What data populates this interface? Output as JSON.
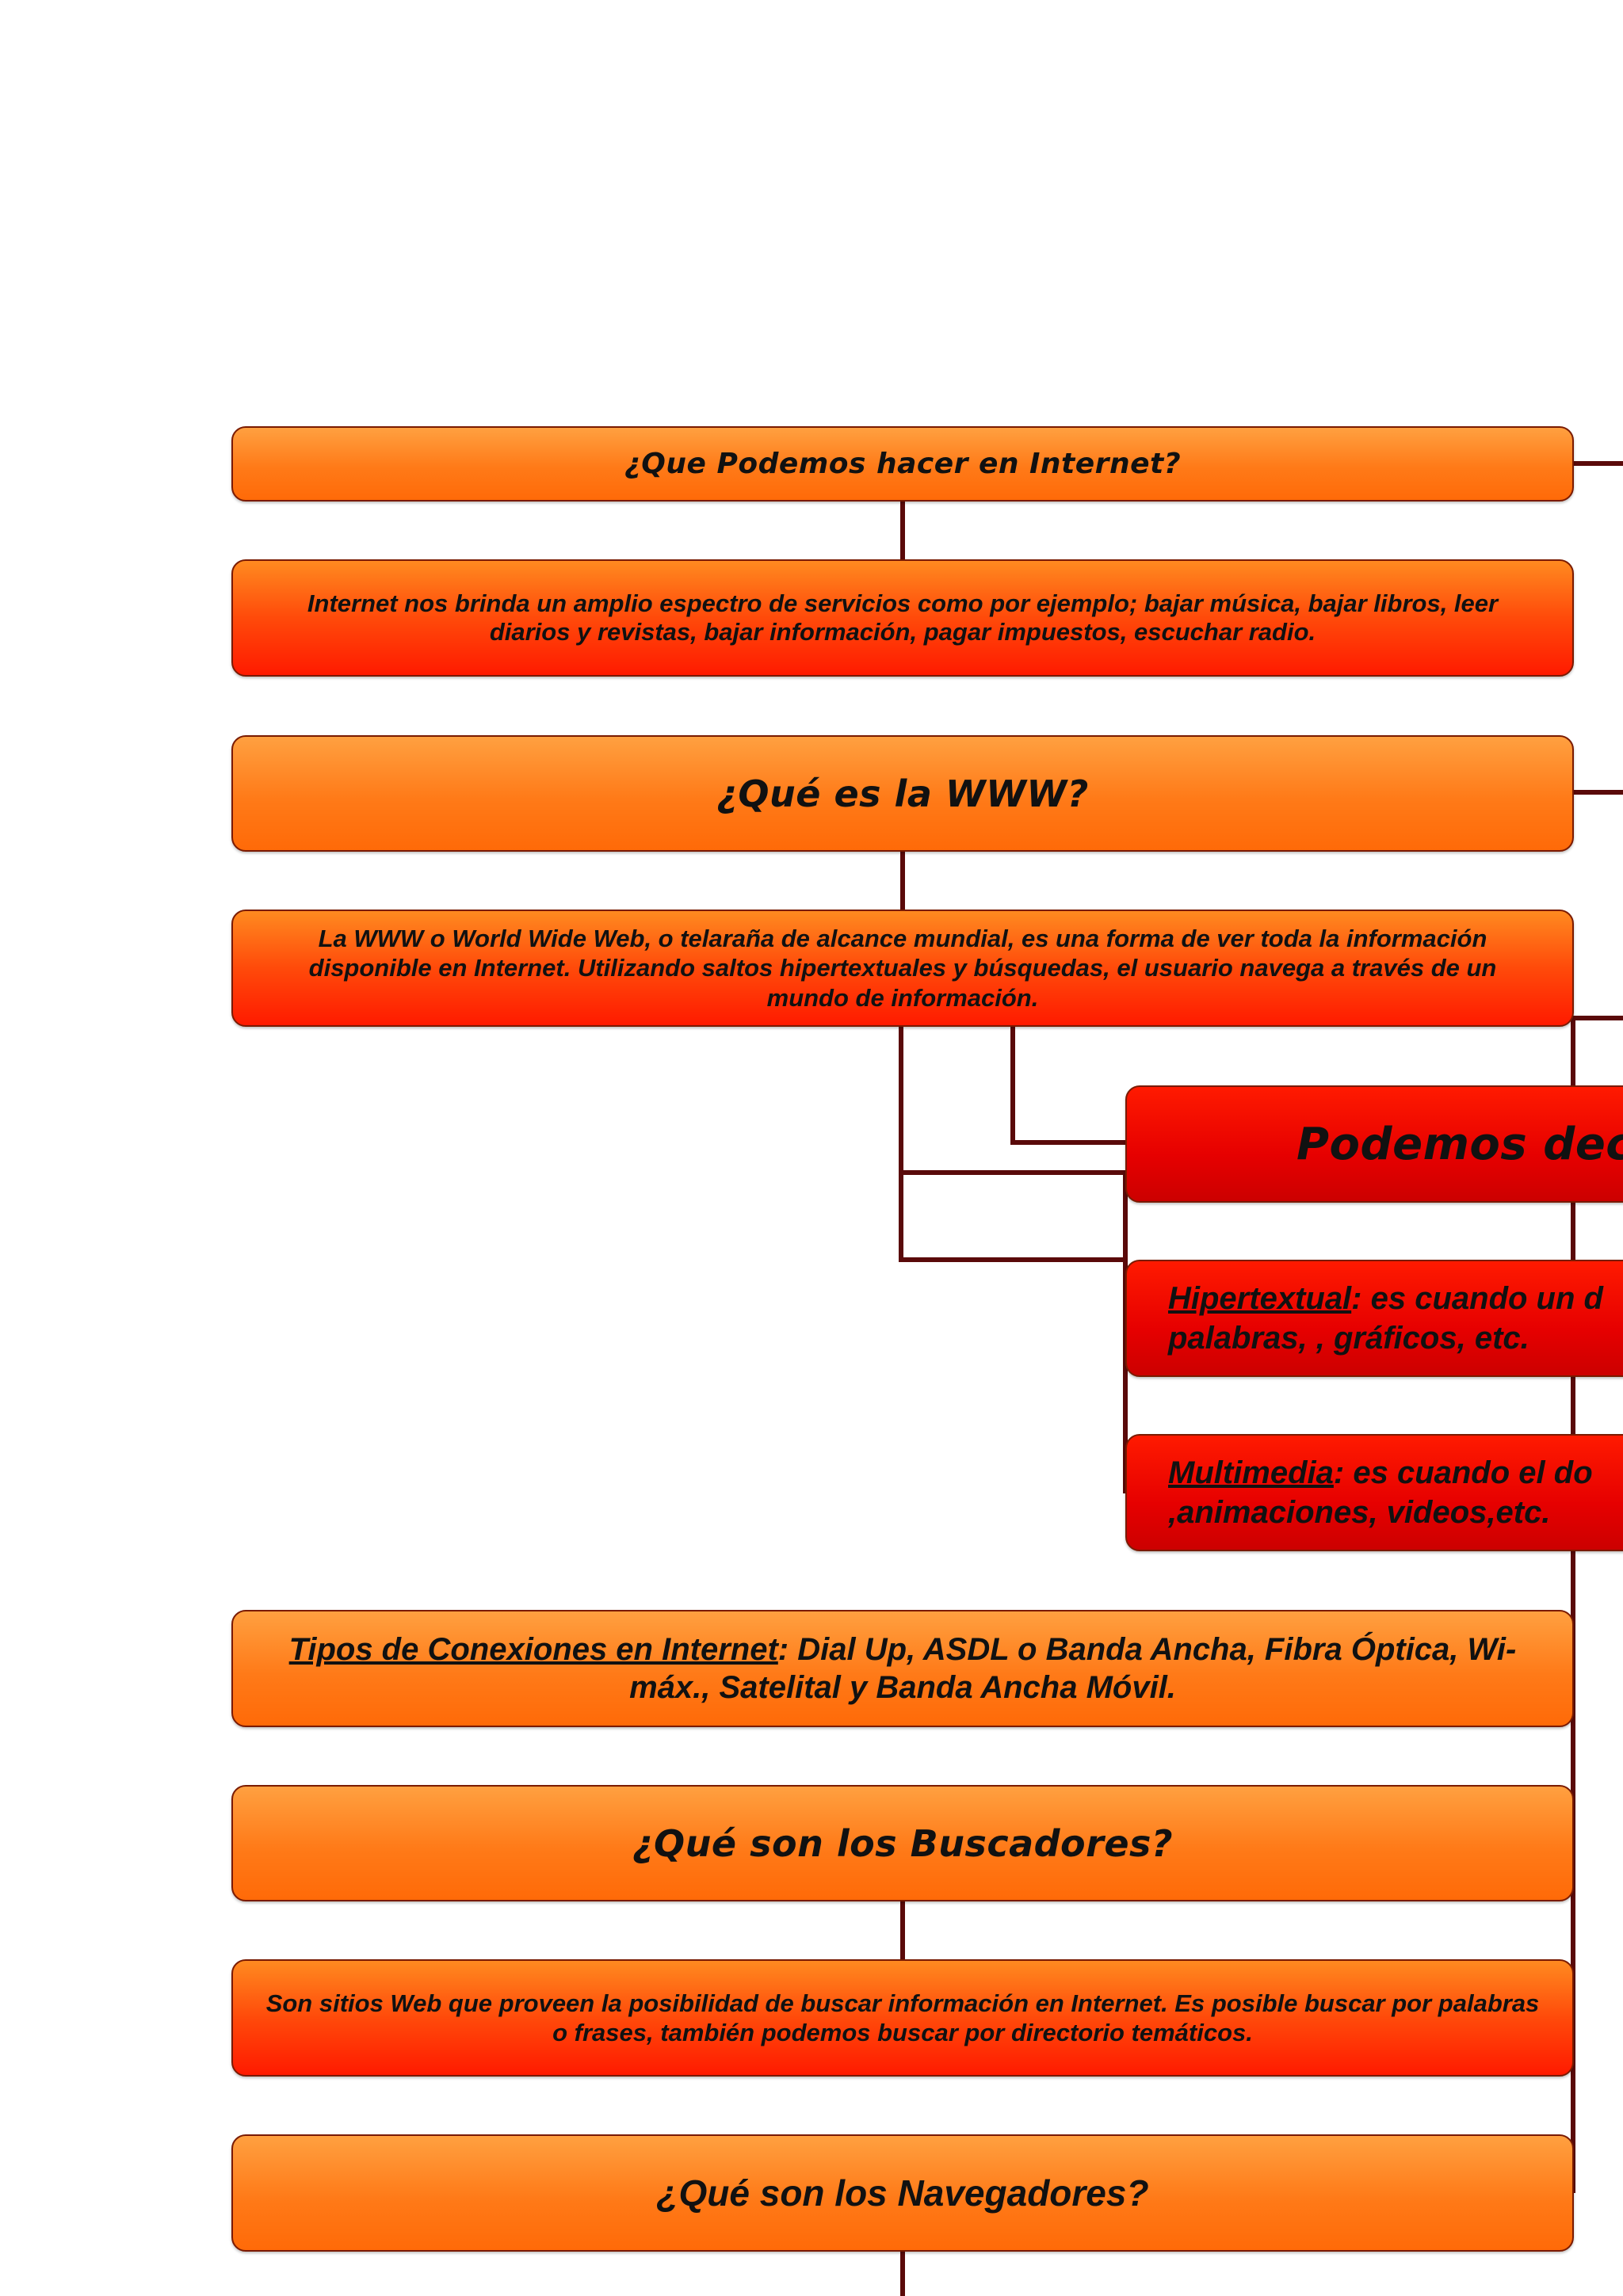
{
  "diagram": {
    "q_internet": "¿Que Podemos hacer en Internet?",
    "a_internet": "Internet nos brinda un amplio espectro de servicios como por ejemplo; bajar música, bajar libros, leer diarios y revistas, bajar información, pagar impuestos, escuchar radio.",
    "q_www": "¿Qué es la WWW?",
    "a_www": "La WWW o World Wide Web, o telaraña de alcance mundial, es una forma de ver toda la información disponible en Internet. Utilizando  saltos hipertextuales y búsquedas, el usuario navega a través de un mundo de información.",
    "podemos_decir": "Podemos decir q",
    "hipertextual_term": "Hipertextual",
    "hipertextual_line1": ": es cuando un d",
    "hipertextual_line2": "palabras, , gráficos, etc.",
    "multimedia_term": "Multimedia",
    "multimedia_line1": ": es cuando el do",
    "multimedia_line2": ",animaciones, videos,etc.",
    "tipos_term": "Tipos de Conexiones en Internet",
    "tipos_rest": ": Dial Up, ASDL o Banda Ancha, Fibra Óptica, Wi-máx., Satelital y Banda Ancha Móvil.",
    "q_buscadores": "¿Qué son los Buscadores?",
    "a_buscadores": "Son sitios Web que proveen la posibilidad de buscar información en Internet. Es posible buscar por palabras o frases, también podemos buscar por directorio temáticos.",
    "q_navegadores": "¿Qué son los Navegadores?"
  },
  "colors": {
    "connector": "#5a0a0a",
    "orange": "#ff7a18",
    "red": "#ff3300",
    "deep_red": "#e60000",
    "border": "#7a1a00"
  }
}
